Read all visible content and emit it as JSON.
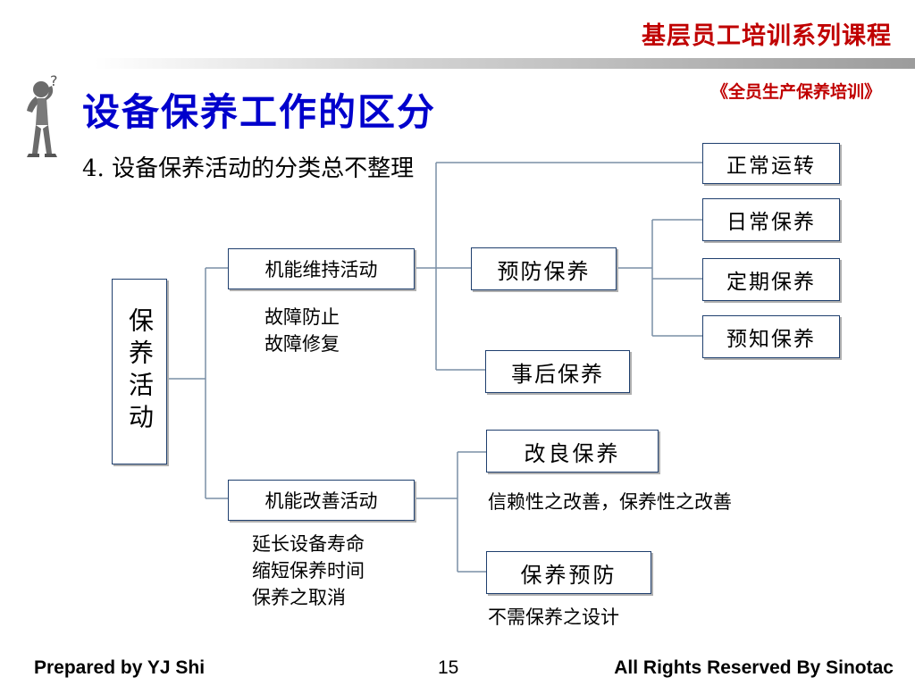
{
  "header": {
    "series_title": "基层员工培训系列课程",
    "subtitle": "《全员生产保养培训》",
    "main_title": "设备保养工作的区分",
    "section_title": "4. 设备保养活动的分类总不整理"
  },
  "diagram": {
    "root": "保养活动",
    "maintain": {
      "label": "机能维持活动",
      "notes": [
        "故障防止",
        "故障修复"
      ]
    },
    "improve": {
      "label": "机能改善活动",
      "notes": [
        "延长设备寿命",
        "缩短保养时间",
        "保养之取消"
      ]
    },
    "normal_operation": "正常运转",
    "preventive": "预防保养",
    "daily": "日常保养",
    "periodic": "定期保养",
    "predictive": "预知保养",
    "breakdown": "事后保养",
    "corrective": {
      "label": "改良保养",
      "note": "信赖性之改善，保养性之改善"
    },
    "prevention": {
      "label": "保养预防",
      "note": "不需保养之设计"
    }
  },
  "footer": {
    "prepared_by": "Prepared by YJ Shi",
    "page_number": "15",
    "rights": "All Rights Reserved By Sinotac"
  },
  "colors": {
    "accent_red": "#c00000",
    "title_blue": "#0000cc",
    "box_border": "#1f3f6e",
    "connector": "#7a8fa6"
  },
  "icons": {
    "thinking_figure": "thinking-person-icon"
  }
}
